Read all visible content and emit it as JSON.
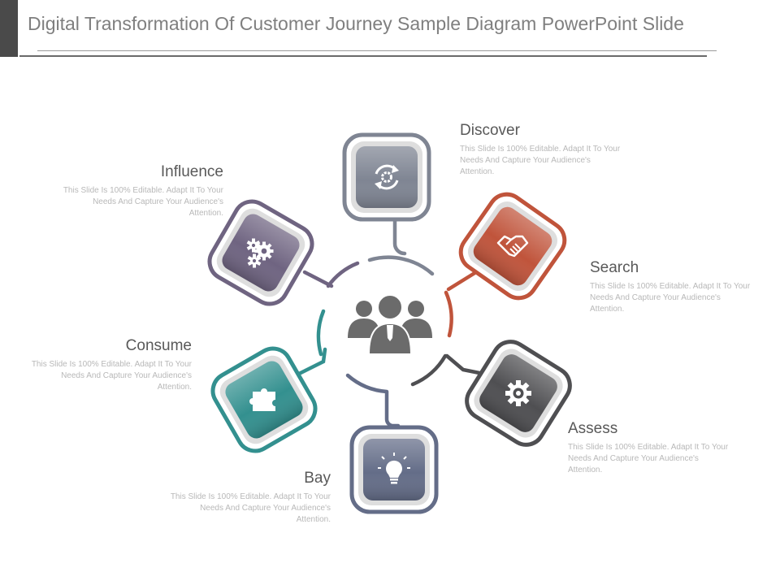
{
  "title": "Digital Transformation Of Customer Journey Sample Diagram PowerPoint Slide",
  "colors": {
    "discover": "#7f8593",
    "search": "#c0543b",
    "assess": "#4f4f52",
    "bay": "#646d88",
    "consume": "#33908f",
    "influence": "#6f6481",
    "center_icon": "#6b6b6b"
  },
  "center": {
    "icon": "people-group-icon"
  },
  "steps": [
    {
      "key": "discover",
      "title": "Discover",
      "desc": "This Slide Is 100% Editable. Adapt It To Your Needs And Capture Your Audience's Attention.",
      "icon": "refresh-gear-icon"
    },
    {
      "key": "search",
      "title": "Search",
      "desc": "This Slide Is 100% Editable. Adapt It To Your Needs And Capture Your Audience's Attention.",
      "icon": "handshake-icon"
    },
    {
      "key": "assess",
      "title": "Assess",
      "desc": "This Slide Is 100% Editable. Adapt It To Your Needs And Capture Your Audience's Attention.",
      "icon": "target-gear-icon"
    },
    {
      "key": "bay",
      "title": "Bay",
      "desc": "This Slide Is 100% Editable. Adapt It To Your Needs And Capture Your Audience's Attention.",
      "icon": "lightbulb-icon"
    },
    {
      "key": "consume",
      "title": "Consume",
      "desc": "This Slide Is 100% Editable. Adapt It To Your Needs And Capture Your Audience's Attention.",
      "icon": "puzzle-icon"
    },
    {
      "key": "influence",
      "title": "Influence",
      "desc": "This Slide Is 100% Editable. Adapt It To Your Needs And Capture Your Audience's Attention.",
      "icon": "gears-icon"
    }
  ]
}
